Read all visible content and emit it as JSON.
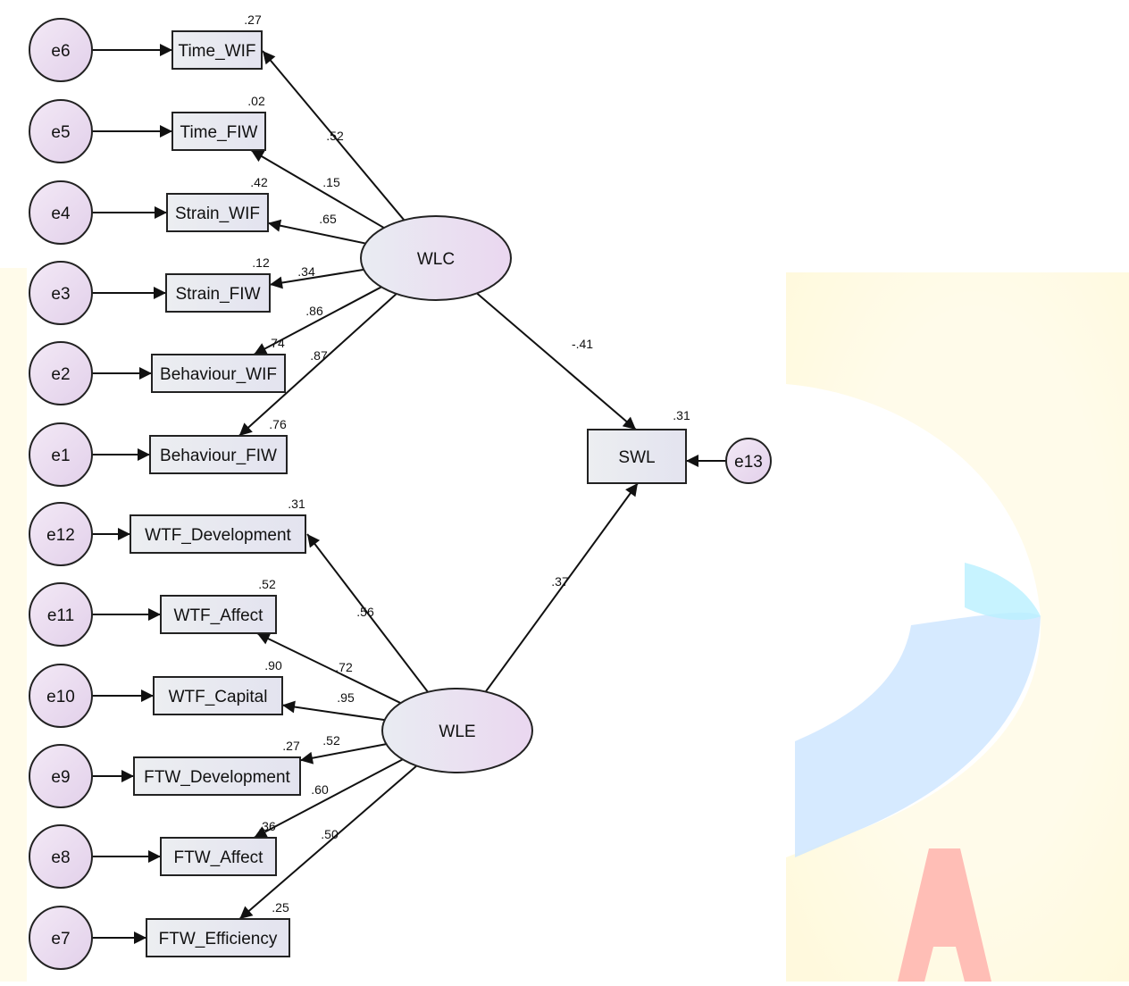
{
  "latents": {
    "wlc": "WLC",
    "wle": "WLE"
  },
  "outcome": {
    "name": "SWL",
    "r2": ".31",
    "error": "e13"
  },
  "structural": {
    "wlc_swl": "-.41",
    "wle_swl": ".37"
  },
  "indicators": [
    {
      "name": "Time_WIF",
      "error": "e6",
      "r2": ".27",
      "loading": ".52"
    },
    {
      "name": "Time_FIW",
      "error": "e5",
      "r2": ".02",
      "loading": ".15"
    },
    {
      "name": "Strain_WIF",
      "error": "e4",
      "r2": ".42",
      "loading": ".65"
    },
    {
      "name": "Strain_FIW",
      "error": "e3",
      "r2": ".12",
      "loading": ".34"
    },
    {
      "name": "Behaviour_WIF",
      "error": "e2",
      "r2": ".74",
      "loading": ".86"
    },
    {
      "name": "Behaviour_FIW",
      "error": "e1",
      "r2": ".76",
      "loading": ".87"
    },
    {
      "name": "WTF_Development",
      "error": "e12",
      "r2": ".31",
      "loading": ".56"
    },
    {
      "name": "WTF_Affect",
      "error": "e11",
      "r2": ".52",
      "loading": ".72"
    },
    {
      "name": "WTF_Capital",
      "error": "e10",
      "r2": ".90",
      "loading": ".95"
    },
    {
      "name": "FTW_Development",
      "error": "e9",
      "r2": ".27",
      "loading": ".52"
    },
    {
      "name": "FTW_Affect",
      "error": "e8",
      "r2": ".36",
      "loading": ".60"
    },
    {
      "name": "FTW_Efficiency",
      "error": "e7",
      "r2": ".25",
      "loading": ".50"
    }
  ]
}
